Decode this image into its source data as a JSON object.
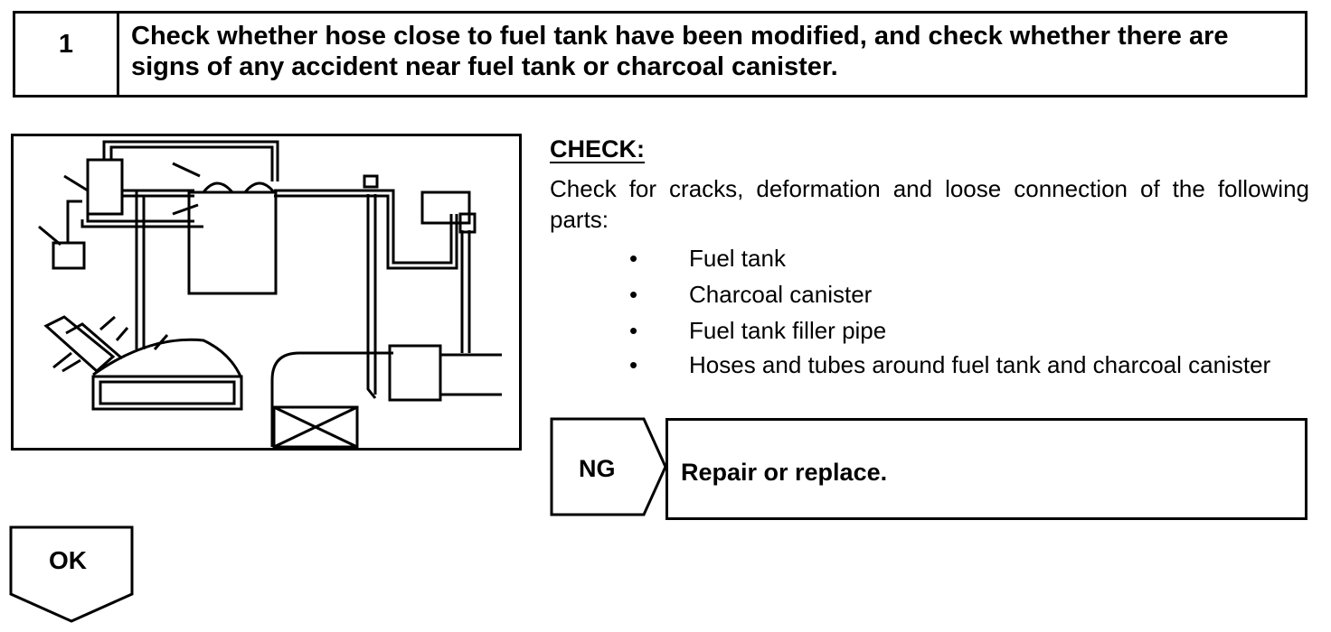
{
  "step": {
    "number": "1",
    "title": "Check whether hose close to fuel tank have been modified, and check whether there are signs of any accident near fuel tank or charcoal canister."
  },
  "check": {
    "heading": "CHECK:",
    "intro": "Check for cracks, deformation and loose connection of the following parts:",
    "bullet_symbol": "•",
    "items": [
      "Fuel tank",
      "Charcoal canister",
      "Fuel tank filler pipe",
      "Hoses and tubes around fuel tank and charcoal canister"
    ]
  },
  "ng": {
    "label": "NG",
    "action": "Repair or replace."
  },
  "ok": {
    "label": "OK"
  }
}
